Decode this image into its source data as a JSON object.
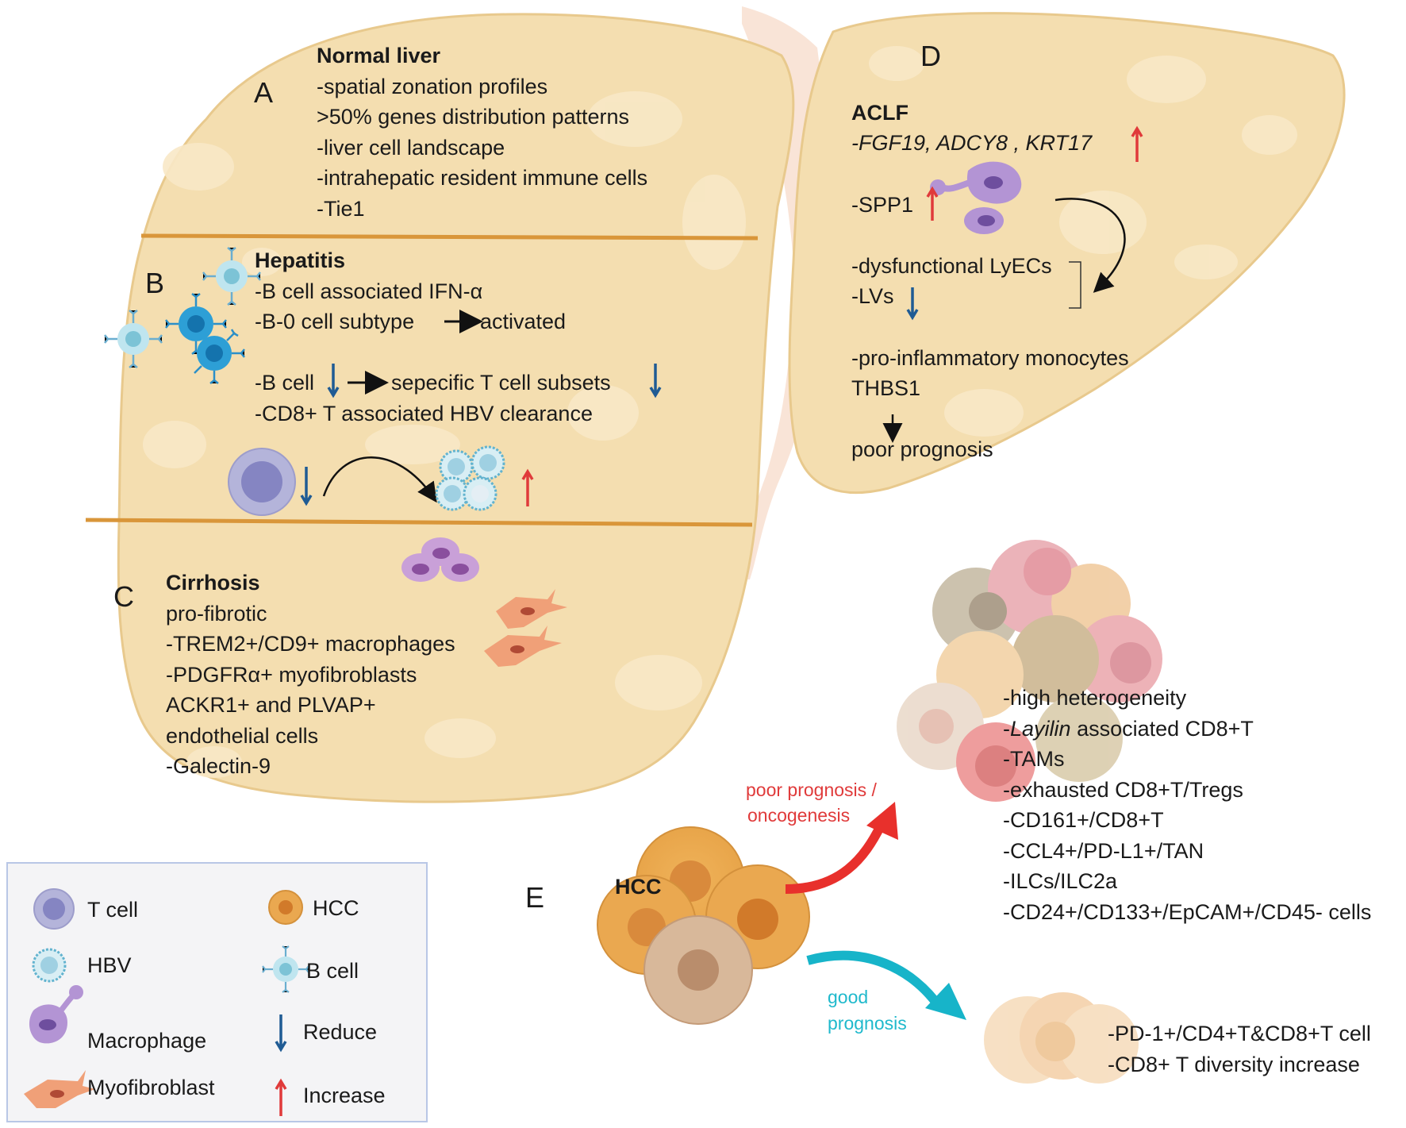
{
  "sections": {
    "A": {
      "letter": "A",
      "title": "Normal liver",
      "lines": [
        "-spatial zonation profiles",
        ">50% genes distribution patterns",
        "-liver cell landscape",
        "-intrahepatic resident immune cells",
        "-Tie1"
      ]
    },
    "B": {
      "letter": "B",
      "title": "Hepatitis",
      "line1": "-B cell associated IFN-α",
      "line2a": "-B-0 cell subtype",
      "line2b": "activated",
      "line3a": "-B cell",
      "line3b": "sepecific T cell subsets",
      "line4": "-CD8+ T associated HBV clearance"
    },
    "C": {
      "letter": "C",
      "title": "Cirrhosis",
      "lines": [
        "pro-fibrotic",
        "-TREM2+/CD9+ macrophages",
        "-PDGFRα+ myofibroblasts",
        "ACKR1+ and PLVAP+",
        "endothelial cells",
        "-Galectin-9"
      ]
    },
    "D": {
      "letter": "D",
      "title": "ACLF",
      "genes": "-FGF19, ADCY8 , KRT17",
      "spp1": "-SPP1",
      "lyecs": "-dysfunctional LyECs",
      "lvs": "-LVs",
      "monocytes": "-pro-inflammatory monocytes",
      "thbs1": "THBS1",
      "prognosis": "poor prognosis"
    },
    "E": {
      "letter": "E",
      "hcc": "HCC",
      "poor_label_1": "poor prognosis /",
      "poor_label_2": "oncogenesis",
      "good_label_1": "good",
      "good_label_2": "prognosis",
      "poor_list": [
        "-high heterogeneity",
        "associated CD8+T",
        "-TAMs",
        "-exhausted CD8+T/Tregs",
        "-CD161+/CD8+T",
        "-CCL4+/PD-L1+/TAN",
        "-ILCs/ILC2a",
        "-CD24+/CD133+/EpCAM+/CD45- cells"
      ],
      "layilin_prefix": "-",
      "layilin": "Layilin",
      "good_list": [
        "-PD-1+/CD4+T&CD8+T cell",
        "-CD8+ T diversity increase"
      ]
    }
  },
  "legend": {
    "t_cell": "T cell",
    "hcc": "HCC",
    "hbv": "HBV",
    "b_cell": "B cell",
    "macrophage": "Macrophage",
    "reduce": "Reduce",
    "myofibroblast": "Myofibroblast",
    "increase": "Increase"
  },
  "colors": {
    "liver_fill": "#f4deb0",
    "liver_stroke": "#e8c98d",
    "divider": "#d9963a",
    "increase_arrow": "#e03a3a",
    "reduce_arrow": "#1f5b94",
    "poor_arrow": "#e8302c",
    "good_arrow": "#17b4c9"
  }
}
